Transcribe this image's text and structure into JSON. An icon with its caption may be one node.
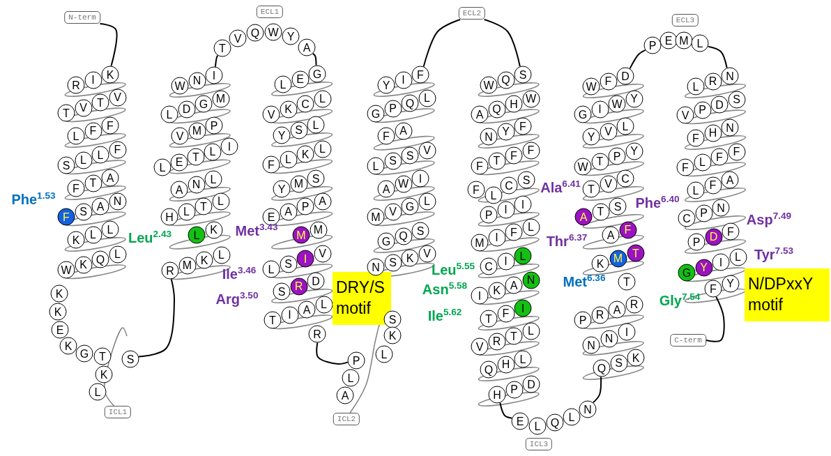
{
  "diagram": {
    "nodes": [
      {
        "text": [
          "N-term"
        ]
      },
      {
        "text": [
          "R"
        ]
      },
      {
        "text": [
          "I"
        ]
      },
      {
        "text": [
          "K"
        ]
      },
      {
        "text": [
          "T"
        ]
      },
      {
        "text": [
          "V"
        ]
      },
      {
        "text": [
          "T"
        ]
      },
      {
        "text": [
          "V"
        ]
      },
      {
        "text": [
          "L"
        ]
      },
      {
        "text": [
          "F"
        ]
      },
      {
        "text": [
          "F"
        ]
      },
      {
        "text": [
          "S"
        ]
      },
      {
        "text": [
          "L"
        ]
      },
      {
        "text": [
          "L"
        ]
      },
      {
        "text": [
          "F"
        ]
      },
      {
        "text": [
          "F"
        ]
      },
      {
        "text": [
          "T"
        ]
      },
      {
        "text": [
          "A"
        ]
      },
      {
        "text": [
          "F"
        ]
      },
      {
        "text": [
          "S"
        ]
      },
      {
        "text": [
          "A"
        ]
      },
      {
        "text": [
          "N"
        ]
      },
      {
        "text": [
          "K"
        ]
      },
      {
        "text": [
          "L"
        ]
      },
      {
        "text": [
          "L"
        ]
      },
      {
        "text": [
          "W"
        ]
      },
      {
        "text": [
          "K"
        ]
      },
      {
        "text": [
          "Q"
        ]
      },
      {
        "text": [
          "L"
        ]
      },
      {
        "text": [
          "K"
        ]
      },
      {
        "text": [
          "K"
        ]
      },
      {
        "text": [
          "E"
        ]
      },
      {
        "text": [
          "K"
        ]
      },
      {
        "text": [
          "G"
        ]
      },
      {
        "text": [
          "T"
        ]
      },
      {
        "text": [
          "K"
        ]
      },
      {
        "text": [
          "L"
        ]
      },
      {
        "text": [
          "S"
        ]
      },
      {
        "text": [
          "ICL1"
        ]
      },
      {
        "text": [
          "W"
        ]
      },
      {
        "text": [
          "N"
        ]
      },
      {
        "text": [
          "I"
        ]
      },
      {
        "text": [
          "L"
        ]
      },
      {
        "text": [
          "D"
        ]
      },
      {
        "text": [
          "G"
        ]
      },
      {
        "text": [
          "M"
        ]
      },
      {
        "text": [
          "V"
        ]
      },
      {
        "text": [
          "M"
        ]
      },
      {
        "text": [
          "P"
        ]
      },
      {
        "text": [
          "L"
        ]
      },
      {
        "text": [
          "E"
        ]
      },
      {
        "text": [
          "T"
        ]
      },
      {
        "text": [
          "L"
        ]
      },
      {
        "text": [
          "I"
        ]
      },
      {
        "text": [
          "A"
        ]
      },
      {
        "text": [
          "N"
        ]
      },
      {
        "text": [
          "L"
        ]
      },
      {
        "text": [
          "H"
        ]
      },
      {
        "text": [
          "L"
        ]
      },
      {
        "text": [
          "T"
        ]
      },
      {
        "text": [
          "L"
        ]
      },
      {
        "text": [
          "L"
        ]
      },
      {
        "text": [
          "K"
        ]
      },
      {
        "text": [
          "R"
        ]
      },
      {
        "text": [
          "M"
        ]
      },
      {
        "text": [
          "K"
        ]
      },
      {
        "text": [
          "L"
        ]
      },
      {
        "text": [
          "T"
        ]
      },
      {
        "text": [
          "V"
        ]
      },
      {
        "text": [
          "Q"
        ]
      },
      {
        "text": [
          "W"
        ]
      },
      {
        "text": [
          "Y"
        ]
      },
      {
        "text": [
          "A"
        ]
      },
      {
        "text": [
          "ECL1"
        ]
      },
      {
        "text": [
          "L"
        ]
      },
      {
        "text": [
          "E"
        ]
      },
      {
        "text": [
          "G"
        ]
      },
      {
        "text": [
          "V"
        ]
      },
      {
        "text": [
          "K"
        ]
      },
      {
        "text": [
          "C"
        ]
      },
      {
        "text": [
          "L"
        ]
      },
      {
        "text": [
          "Y"
        ]
      },
      {
        "text": [
          "S"
        ]
      },
      {
        "text": [
          "L"
        ]
      },
      {
        "text": [
          "F"
        ]
      },
      {
        "text": [
          "L"
        ]
      },
      {
        "text": [
          "K"
        ]
      },
      {
        "text": [
          "L"
        ]
      },
      {
        "text": [
          "Y"
        ]
      },
      {
        "text": [
          "M"
        ]
      },
      {
        "text": [
          "S"
        ]
      },
      {
        "text": [
          "E"
        ]
      },
      {
        "text": [
          "A"
        ]
      },
      {
        "text": [
          "P"
        ]
      },
      {
        "text": [
          "A"
        ]
      },
      {
        "text": [
          "M"
        ]
      },
      {
        "text": [
          "M"
        ]
      },
      {
        "text": [
          "L"
        ]
      },
      {
        "text": [
          "S"
        ]
      },
      {
        "text": [
          "I"
        ]
      },
      {
        "text": [
          "V"
        ]
      },
      {
        "text": [
          "S"
        ]
      },
      {
        "text": [
          "R"
        ]
      },
      {
        "text": [
          "D"
        ]
      },
      {
        "text": [
          "T"
        ]
      },
      {
        "text": [
          "I"
        ]
      },
      {
        "text": [
          "A"
        ]
      },
      {
        "text": [
          "L"
        ]
      },
      {
        "text": [
          "R"
        ]
      },
      {
        "text": [
          "P"
        ]
      },
      {
        "text": [
          "L"
        ]
      },
      {
        "text": [
          "A"
        ]
      },
      {
        "text": [
          "ICL2"
        ]
      },
      {
        "text": [
          "DRY/S motif"
        ]
      },
      {
        "text": [
          "Y"
        ]
      },
      {
        "text": [
          "I"
        ]
      },
      {
        "text": [
          "F"
        ]
      },
      {
        "text": [
          "G"
        ]
      },
      {
        "text": [
          "P"
        ]
      },
      {
        "text": [
          "Q"
        ]
      },
      {
        "text": [
          "L"
        ]
      },
      {
        "text": [
          "F"
        ]
      },
      {
        "text": [
          "A"
        ]
      },
      {
        "text": [
          "L"
        ]
      },
      {
        "text": [
          "S"
        ]
      },
      {
        "text": [
          "S"
        ]
      },
      {
        "text": [
          "V"
        ]
      },
      {
        "text": [
          "A"
        ]
      },
      {
        "text": [
          "W"
        ]
      },
      {
        "text": [
          "I"
        ]
      },
      {
        "text": [
          "M"
        ]
      },
      {
        "text": [
          "V"
        ]
      },
      {
        "text": [
          "G"
        ]
      },
      {
        "text": [
          "L"
        ]
      },
      {
        "text": [
          "G"
        ]
      },
      {
        "text": [
          "Q"
        ]
      },
      {
        "text": [
          "S"
        ]
      },
      {
        "text": [
          "N"
        ]
      },
      {
        "text": [
          "S"
        ]
      },
      {
        "text": [
          "K"
        ]
      },
      {
        "text": [
          "V"
        ]
      },
      {
        "text": [
          "S"
        ]
      },
      {
        "text": [
          "K"
        ]
      },
      {
        "text": [
          "L"
        ]
      },
      {
        "text": [
          "ECL2"
        ]
      },
      {
        "text": [
          "W"
        ]
      },
      {
        "text": [
          "Q"
        ]
      },
      {
        "text": [
          "S"
        ]
      },
      {
        "text": [
          "A"
        ]
      },
      {
        "text": [
          "Q"
        ]
      },
      {
        "text": [
          "H"
        ]
      },
      {
        "text": [
          "W"
        ]
      },
      {
        "text": [
          "N"
        ]
      },
      {
        "text": [
          "Y"
        ]
      },
      {
        "text": [
          "F"
        ]
      },
      {
        "text": [
          "F"
        ]
      },
      {
        "text": [
          "T"
        ]
      },
      {
        "text": [
          "F"
        ]
      },
      {
        "text": [
          "F"
        ]
      },
      {
        "text": [
          "F"
        ]
      },
      {
        "text": [
          "L"
        ]
      },
      {
        "text": [
          "C"
        ]
      },
      {
        "text": [
          "S"
        ]
      },
      {
        "text": [
          "P"
        ]
      },
      {
        "text": [
          "I"
        ]
      },
      {
        "text": [
          "I"
        ]
      },
      {
        "text": [
          "M"
        ]
      },
      {
        "text": [
          "I"
        ]
      },
      {
        "text": [
          "F"
        ]
      },
      {
        "text": [
          "L"
        ]
      },
      {
        "text": [
          "C"
        ]
      },
      {
        "text": [
          "I"
        ]
      },
      {
        "text": [
          "L"
        ]
      },
      {
        "text": [
          "I"
        ]
      },
      {
        "text": [
          "K"
        ]
      },
      {
        "text": [
          "A"
        ]
      },
      {
        "text": [
          "N"
        ]
      },
      {
        "text": [
          "T"
        ]
      },
      {
        "text": [
          "F"
        ]
      },
      {
        "text": [
          "I"
        ]
      },
      {
        "text": [
          "V"
        ]
      },
      {
        "text": [
          "R"
        ]
      },
      {
        "text": [
          "T"
        ]
      },
      {
        "text": [
          "L"
        ]
      },
      {
        "text": [
          "Q"
        ]
      },
      {
        "text": [
          "H"
        ]
      },
      {
        "text": [
          "L"
        ]
      },
      {
        "text": [
          "H"
        ]
      },
      {
        "text": [
          "P"
        ]
      },
      {
        "text": [
          "D"
        ]
      },
      {
        "text": [
          "E"
        ]
      },
      {
        "text": [
          "L"
        ]
      },
      {
        "text": [
          "Q"
        ]
      },
      {
        "text": [
          "L"
        ]
      },
      {
        "text": [
          "N"
        ]
      },
      {
        "text": [
          "ICL3"
        ]
      },
      {
        "text": [
          "W"
        ]
      },
      {
        "text": [
          "F"
        ]
      },
      {
        "text": [
          "D"
        ]
      },
      {
        "text": [
          "G"
        ]
      },
      {
        "text": [
          "I"
        ]
      },
      {
        "text": [
          "W"
        ]
      },
      {
        "text": [
          "Y"
        ]
      },
      {
        "text": [
          "Y"
        ]
      },
      {
        "text": [
          "V"
        ]
      },
      {
        "text": [
          "L"
        ]
      },
      {
        "text": [
          "W"
        ]
      },
      {
        "text": [
          "T"
        ]
      },
      {
        "text": [
          "P"
        ]
      },
      {
        "text": [
          "Y"
        ]
      },
      {
        "text": [
          "T"
        ]
      },
      {
        "text": [
          "V"
        ]
      },
      {
        "text": [
          "C"
        ]
      },
      {
        "text": [
          "A"
        ]
      },
      {
        "text": [
          "T"
        ]
      },
      {
        "text": [
          "S"
        ]
      },
      {
        "text": [
          "A"
        ]
      },
      {
        "text": [
          "F"
        ]
      },
      {
        "text": [
          "K"
        ]
      },
      {
        "text": [
          "M"
        ]
      },
      {
        "text": [
          "T"
        ]
      },
      {
        "text": [
          "T"
        ]
      },
      {
        "text": [
          "P"
        ]
      },
      {
        "text": [
          "R"
        ]
      },
      {
        "text": [
          "A"
        ]
      },
      {
        "text": [
          "R"
        ]
      },
      {
        "text": [
          "N"
        ]
      },
      {
        "text": [
          "N"
        ]
      },
      {
        "text": [
          "I"
        ]
      },
      {
        "text": [
          "Q"
        ]
      },
      {
        "text": [
          "S"
        ]
      },
      {
        "text": [
          "K"
        ]
      },
      {
        "text": [
          "P"
        ]
      },
      {
        "text": [
          "E"
        ]
      },
      {
        "text": [
          "M"
        ]
      },
      {
        "text": [
          "L"
        ]
      },
      {
        "text": [
          "ECL3"
        ]
      },
      {
        "text": [
          "L"
        ]
      },
      {
        "text": [
          "R"
        ]
      },
      {
        "text": [
          "N"
        ]
      },
      {
        "text": [
          "V"
        ]
      },
      {
        "text": [
          "P"
        ]
      },
      {
        "text": [
          "D"
        ]
      },
      {
        "text": [
          "S"
        ]
      },
      {
        "text": [
          "F"
        ]
      },
      {
        "text": [
          "H"
        ]
      },
      {
        "text": [
          "N"
        ]
      },
      {
        "text": [
          "F"
        ]
      },
      {
        "text": [
          "L"
        ]
      },
      {
        "text": [
          "F"
        ]
      },
      {
        "text": [
          "F"
        ]
      },
      {
        "text": [
          "L"
        ]
      },
      {
        "text": [
          "F"
        ]
      },
      {
        "text": [
          "A"
        ]
      },
      {
        "text": [
          "C"
        ]
      },
      {
        "text": [
          "P"
        ]
      },
      {
        "text": [
          "N"
        ]
      },
      {
        "text": [
          "P"
        ]
      },
      {
        "text": [
          "D"
        ]
      },
      {
        "text": [
          "F"
        ]
      },
      {
        "text": [
          "G"
        ]
      },
      {
        "text": [
          "Y"
        ]
      },
      {
        "text": [
          "I"
        ]
      },
      {
        "text": [
          "L"
        ]
      },
      {
        "text": [
          "F"
        ]
      },
      {
        "text": [
          "Y"
        ]
      },
      {
        "text": [
          "C-term"
        ]
      },
      {
        "text": [
          "N/DPxxY motif"
        ]
      }
    ],
    "edges": [
      {
        "from": 0,
        "to": 3,
        "arrow": "none"
      },
      {
        "from": 37,
        "to": 63,
        "arrow": "none"
      },
      {
        "from": 38,
        "to": null,
        "arrow": "none",
        "color": "#808080"
      },
      {
        "from": 41,
        "to": 67,
        "arrow": "none"
      },
      {
        "from": 72,
        "to": 76,
        "arrow": "none"
      },
      {
        "from": 108,
        "to": 109,
        "arrow": "none"
      },
      {
        "from": 112,
        "to": 141,
        "arrow": "none",
        "color": "#808080"
      },
      {
        "from": 116,
        "to": 144,
        "arrow": "none"
      },
      {
        "from": 144,
        "to": 147,
        "arrow": "none"
      },
      {
        "from": 187,
        "to": 190,
        "arrow": "none"
      },
      {
        "from": 194,
        "to": 229,
        "arrow": "none"
      },
      {
        "from": 198,
        "to": 232,
        "arrow": "none"
      },
      {
        "from": 235,
        "to": 239,
        "arrow": "none"
      },
      {
        "from": 264,
        "to": 266,
        "arrow": "none"
      }
    ],
    "labels": [
      "Phe$^{1.53}$",
      "Leu$^{2.43}$",
      "Met$^{3.43}$",
      "Ile$^{3.46}$",
      "Arg$^{3.50}$",
      "Leu$^{5.55}$",
      "Asn$^{5.58}$",
      "Ile$^{5.62}$",
      "Ala$^{6.41}$",
      "Phe$^{6.40}$",
      "Thr$^{6.37}$",
      "Met$^{6.36}$",
      "Gly$^{7.54}$",
      "Asp$^{7.49}$",
      "Tyr$^{7.53}$"
    ]
  }
}
